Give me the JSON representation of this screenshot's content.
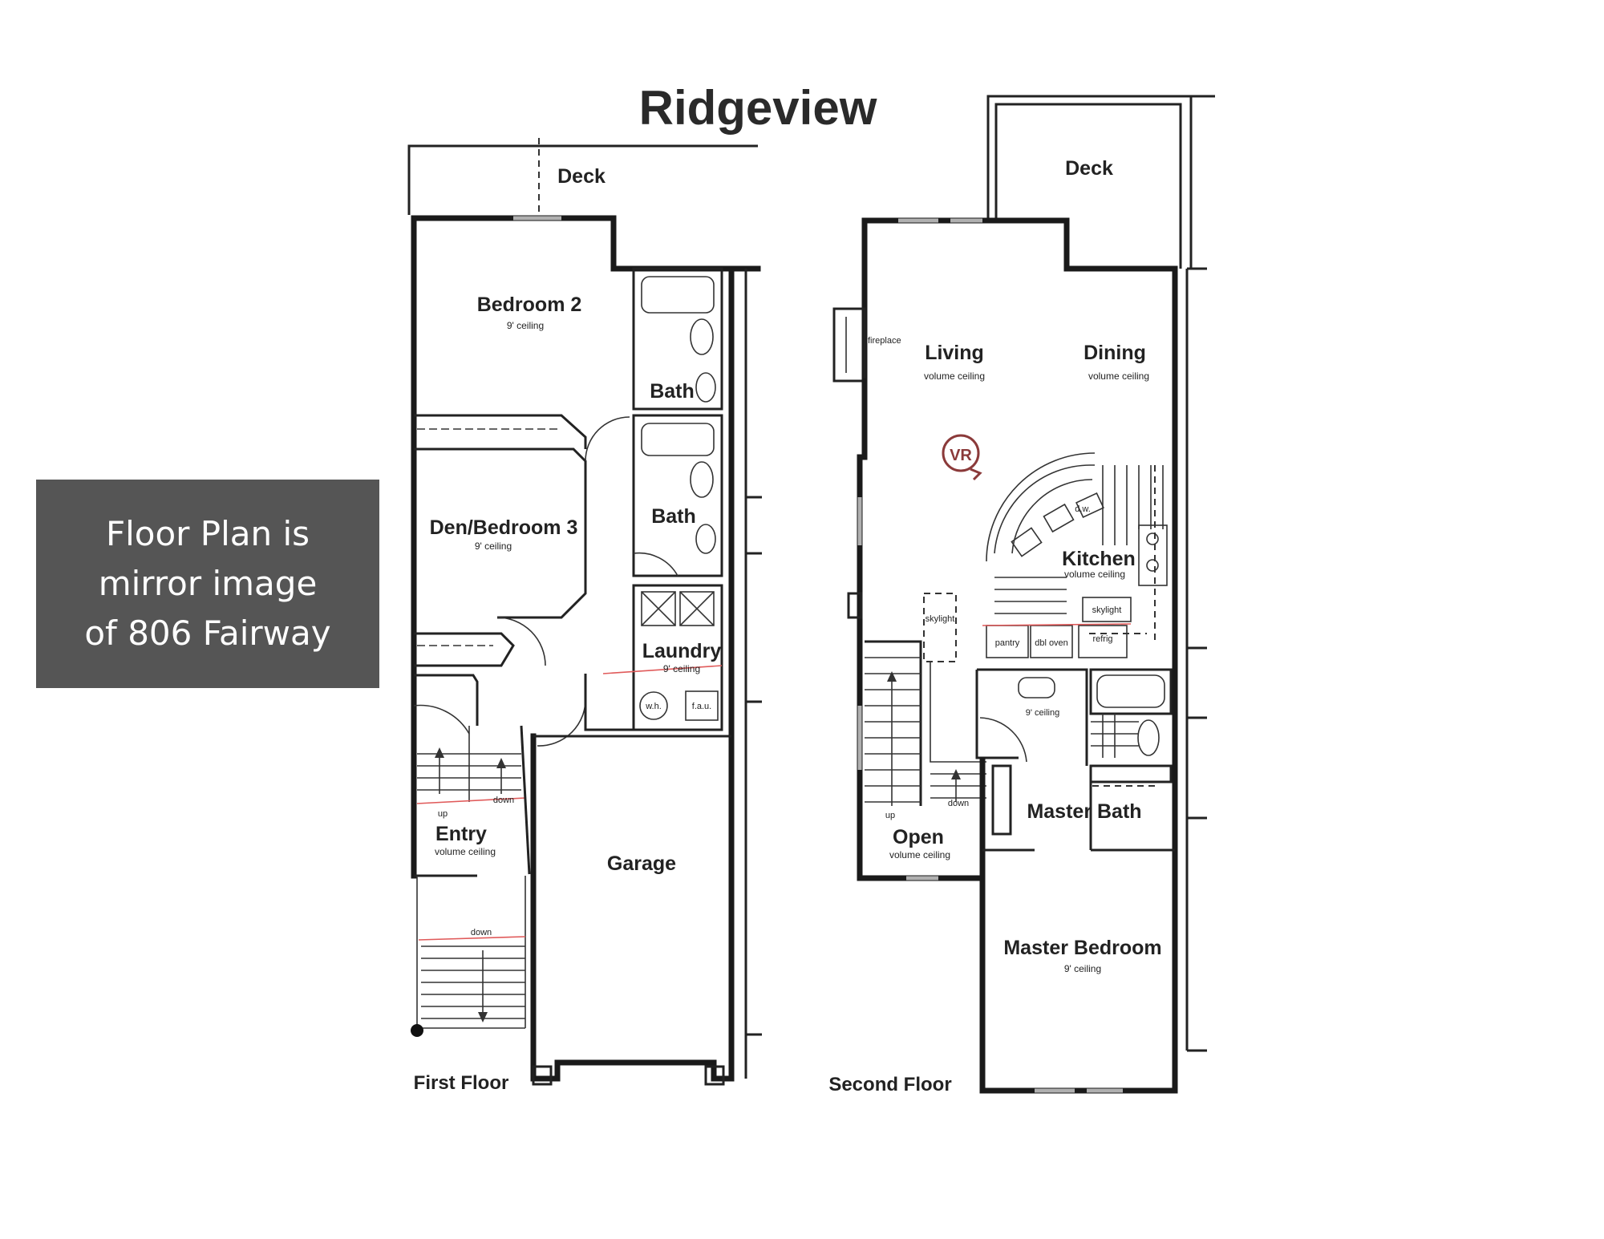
{
  "title": "Ridgeview",
  "note": {
    "line1": "Floor Plan is",
    "line2": "mirror image",
    "line3": "of 806 Fairway"
  },
  "first_floor": {
    "label": "First Floor",
    "rooms": {
      "deck": "Deck",
      "bedroom2": "Bedroom 2",
      "bedroom2_ceiling": "9' ceiling",
      "bath_top": "Bath",
      "den": "Den/Bedroom 3",
      "den_ceiling": "9' ceiling",
      "bath_mid": "Bath",
      "laundry": "Laundry",
      "laundry_ceiling": "9' ceiling",
      "wh": "w.h.",
      "fau": "f.a.u.",
      "entry": "Entry",
      "entry_ceiling": "volume ceiling",
      "up": "up",
      "down_top": "down",
      "down_bottom": "down",
      "garage": "Garage"
    }
  },
  "second_floor": {
    "label": "Second Floor",
    "rooms": {
      "deck": "Deck",
      "fireplace": "fireplace",
      "living": "Living",
      "living_ceiling": "volume ceiling",
      "dining": "Dining",
      "dining_ceiling": "volume ceiling",
      "vr": "VR",
      "kitchen": "Kitchen",
      "kitchen_ceiling": "volume ceiling",
      "skylight_kitchen": "skylight",
      "skylight": "skylight",
      "dw": "d.w.",
      "pantry": "pantry",
      "dbl_oven": "dbl oven",
      "refrig": "refrig",
      "bath_ceiling": "9' ceiling",
      "master_bath": "Master Bath",
      "up": "up",
      "down": "down",
      "open": "Open",
      "open_ceiling": "volume ceiling",
      "master_bedroom": "Master Bedroom",
      "master_bedroom_ceiling": "9' ceiling"
    }
  },
  "colors": {
    "note_bg": "#555555",
    "note_text": "#ffffff",
    "vr_mark": "#8b3a3a",
    "walls": "#1a1a1a"
  }
}
